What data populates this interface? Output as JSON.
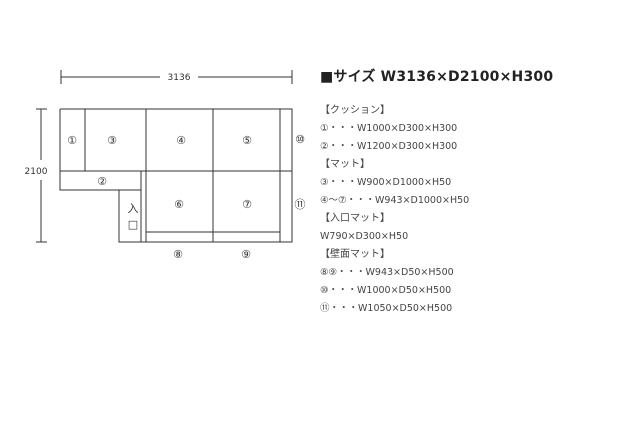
{
  "diagram": {
    "width_label": "3136",
    "depth_label": "2100",
    "entrance_label": "入",
    "entrance_box": "□",
    "markers": [
      "①",
      "②",
      "③",
      "④",
      "⑤",
      "⑥",
      "⑦",
      "⑧",
      "⑨",
      "⑩",
      "⑪"
    ]
  },
  "spec": {
    "title": "■サイズ W3136×D2100×H300",
    "sections": [
      {
        "heading": "【クッション】",
        "rows": [
          "①・・・W1000×D300×H300",
          "②・・・W1200×D300×H300"
        ]
      },
      {
        "heading": "【マット】",
        "rows": [
          "③・・・W900×D1000×H50",
          "④～⑦・・・W943×D1000×H50"
        ]
      },
      {
        "heading": "【入口マット】",
        "rows": [
          "W790×D300×H50"
        ]
      },
      {
        "heading": "【壁面マット】",
        "rows": [
          "⑧⑨・・・W943×D50×H500",
          "⑩・・・W1000×D50×H500",
          "⑪・・・W1050×D50×H500"
        ]
      }
    ]
  }
}
